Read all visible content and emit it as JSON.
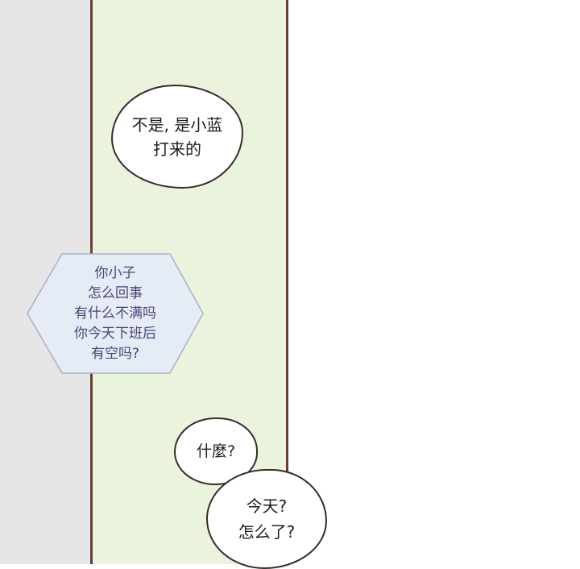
{
  "panel": {
    "left_bg_color": "#e6e6e6",
    "main_bg_color": "#eaf4dc",
    "border_color": "#6b3a3a"
  },
  "bubbles": [
    {
      "lines": [
        "不是, 是小蓝",
        "打来的"
      ]
    },
    {
      "lines": [
        "什麼?"
      ]
    },
    {
      "lines": [
        "今天?",
        "怎么了?"
      ]
    }
  ],
  "phone_message": {
    "lines": [
      "你小子",
      "怎么回事",
      "有什么不满吗",
      "你今天下班后",
      "有空吗?"
    ],
    "bg_color": "#e6ecf5",
    "text_color": "#4a4578"
  }
}
